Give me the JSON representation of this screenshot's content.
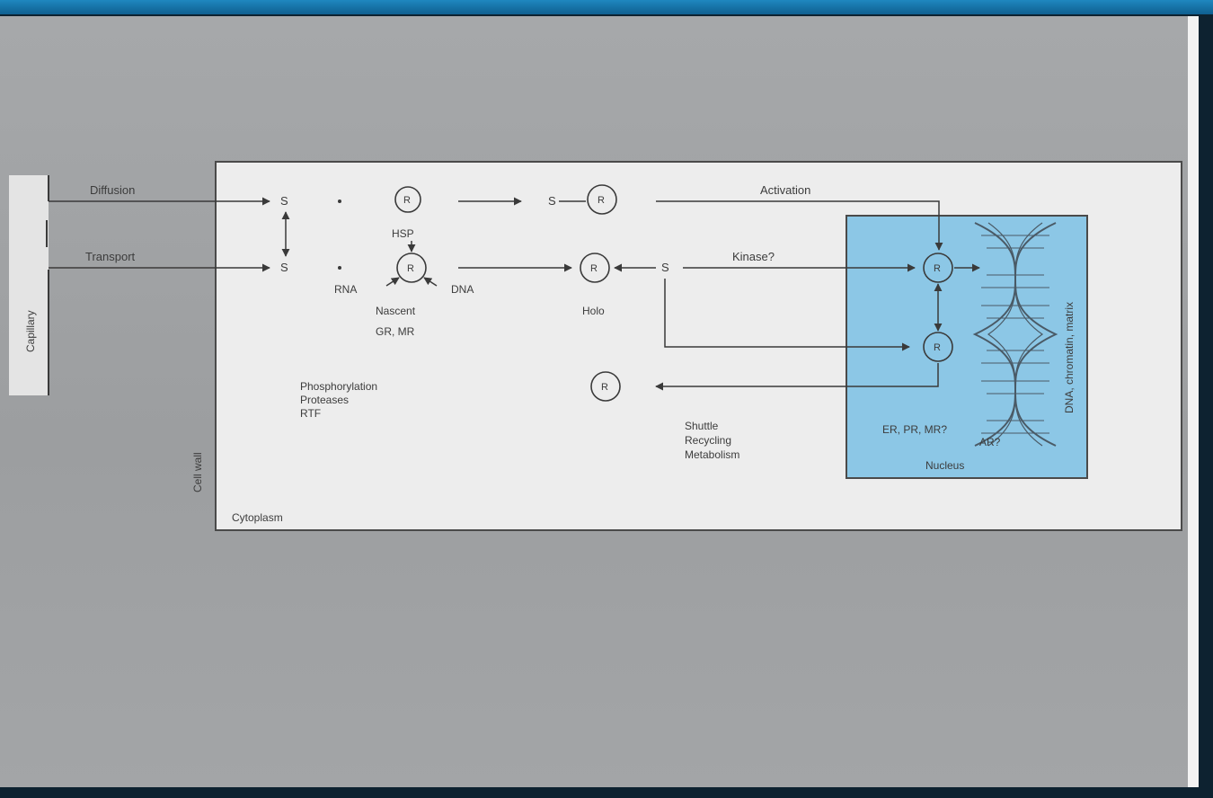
{
  "diagram": {
    "labels": {
      "diffusion": "Diffusion",
      "transport": "Transport",
      "capillary": "Capillary",
      "cell_wall": "Cell wall",
      "cytoplasm": "Cytoplasm",
      "hsp": "HSP",
      "rna": "RNA",
      "dna": "DNA",
      "nascent": "Nascent",
      "gr_mr": "GR, MR",
      "holo": "Holo",
      "activation": "Activation",
      "kinase": "Kinase?",
      "phospho_list": [
        "Phosphorylation",
        "Proteases",
        "RTF"
      ],
      "shuttle_list": [
        "Shuttle",
        "Recycling",
        "Metabolism"
      ],
      "nuclear_receptors": [
        "ER, PR, MR?",
        "AR?"
      ],
      "nucleus": "Nucleus",
      "dna_matrix": "DNA, chromatin, matrix"
    },
    "symbols": {
      "steroid": "S",
      "receptor": "R"
    },
    "colors": {
      "nucleus_fill": "#8cc7e6",
      "cell_fill": "#ededed",
      "line": "#3a3a3a"
    }
  }
}
